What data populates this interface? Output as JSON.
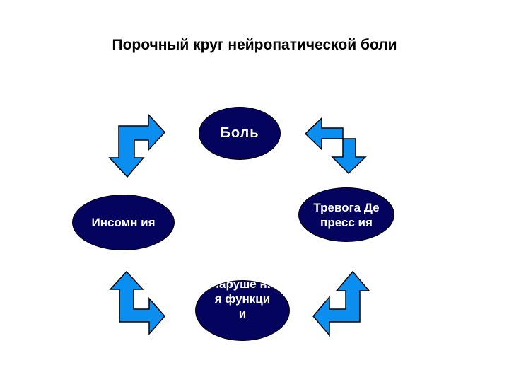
{
  "diagram": {
    "title": "Порочный круг нейропатической боли",
    "nodes": {
      "pain": "Боль",
      "anxiety": "Тревога Депресс ия",
      "dysfunction": "Наруше ния функци и",
      "insomnia": "Инсомн ия"
    },
    "colors": {
      "node_fill": "#04045e",
      "arrow_fill": "#0a8ff0",
      "outline": "#000000"
    }
  }
}
